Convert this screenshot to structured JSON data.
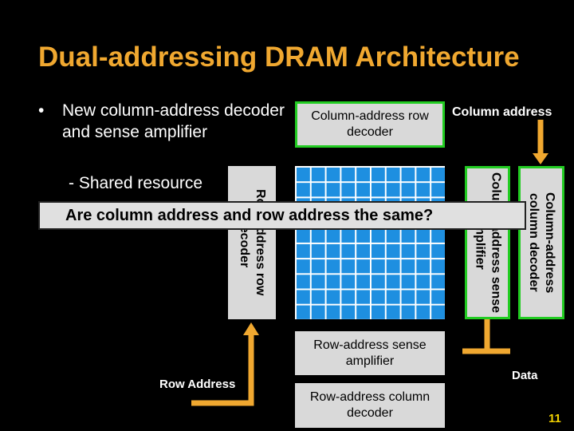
{
  "slide": {
    "title": "Dual-addressing DRAM Architecture",
    "bullet_marker": "•",
    "bullet_1": "New column-address decoder and sense amplifier",
    "sub_bullet_1": "- Shared resource",
    "question": "Are column address and row address the same?",
    "page_number": "11"
  },
  "diagram": {
    "column_address_row_decoder": "Column-address row decoder",
    "column_address_label": "Column address",
    "column_address_column_decoder": "Column-address column decoder",
    "column_address_sense_amplifier": "Column-address sense amplifier",
    "row_address_row_decoder": "Row-address row decoder",
    "row_address_sense_amplifier": "Row-address sense amplifier",
    "row_address_column_decoder": "Row-address column decoder",
    "row_address_label": "Row Address",
    "data_label": "Data",
    "colors": {
      "title": "#f0a830",
      "green_border": "#22cc22",
      "array_blue": "#1e8fe0",
      "arrow_orange": "#f0a830",
      "box_gray": "#d9d9d9"
    }
  }
}
